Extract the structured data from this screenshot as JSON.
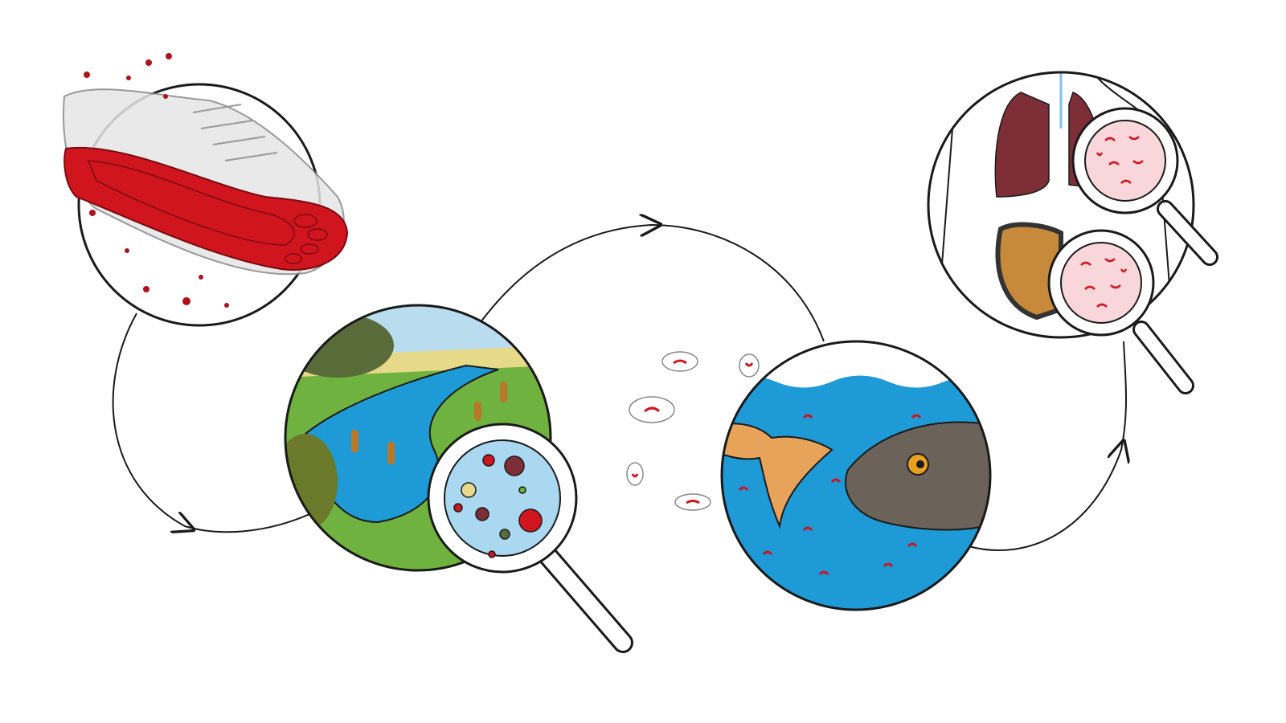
{
  "diagram": {
    "stages": [
      {
        "id": "shoe",
        "name": "microplastics-from-shoe-sole"
      },
      {
        "id": "river",
        "name": "microplastics-in-river"
      },
      {
        "id": "fish",
        "name": "microplastics-in-food-chain"
      },
      {
        "id": "human",
        "name": "microplastics-in-human-organs"
      }
    ],
    "colors": {
      "outline": "#1a1a1a",
      "plastic_red": "#d0151f",
      "water_blue": "#1e9ad6",
      "grass_green": "#6fb23f",
      "lens_blue": "#a9d8f0",
      "lens_pink": "#f8d6da",
      "fish_brown": "#6b635a",
      "small_fish": "#e8a35a",
      "lung": "#7e2e36",
      "intestine": "#c78a3a"
    }
  }
}
